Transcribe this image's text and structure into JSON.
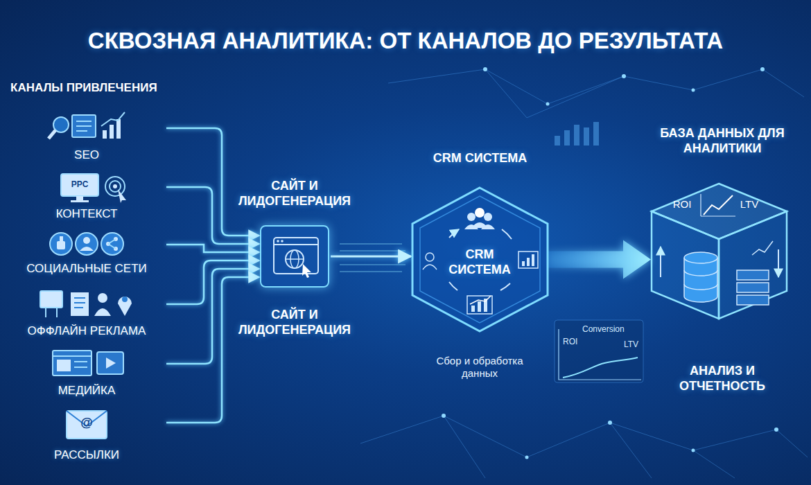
{
  "diagram": {
    "title": "СКВОЗНАЯ АНАЛИТИКА: ОТ КАНАЛОВ ДО РЕЗУЛЬТАТА",
    "nodes": [
      {
        "text": [
          "SEO"
        ]
      },
      {
        "text": [
          "PPC",
          "КОНТЕКСТ"
        ]
      },
      {
        "text": [
          "СОЦИАЛЬНЫЕ СЕТИ"
        ]
      },
      {
        "text": [
          "ОФФЛАЙН РЕКЛАМА"
        ]
      },
      {
        "text": [
          "МЕДИЙКА"
        ]
      },
      {
        "text": [
          "@",
          "РАССЫЛКИ"
        ]
      },
      {
        "text": [
          "САЙТ И ЛИДОГЕНЕРАЦИЯ",
          "САЙТ И ЛИДОГЕНЕРАЦИЯ"
        ]
      },
      {
        "text": [
          "CRM СИСТЕМА",
          "CRM СИСТЕМА",
          "Сбор и обработка данных"
        ]
      },
      {
        "text": [
          "БАЗА ДАННЫХ ДЛЯ АНАЛИТИКИ",
          "ROI",
          "LTV",
          "АНАЛИЗ И ОТЧЕТНОСТЬ"
        ]
      }
    ],
    "edges": [
      {
        "from": 0,
        "to": 6,
        "arrow": "to"
      },
      {
        "from": 1,
        "to": 6,
        "arrow": "to"
      },
      {
        "from": 2,
        "to": 6,
        "arrow": "to"
      },
      {
        "from": 3,
        "to": 6,
        "arrow": "to"
      },
      {
        "from": 4,
        "to": 6,
        "arrow": "to"
      },
      {
        "from": 5,
        "to": 6,
        "arrow": "to"
      },
      {
        "from": 6,
        "to": 7,
        "arrow": "to"
      },
      {
        "from": 7,
        "to": 8,
        "arrow": "to"
      }
    ],
    "labels": [
      "КАНАЛЫ ПРИВЛЕЧЕНИЯ",
      "ROI",
      "Conversion",
      "LTV"
    ]
  }
}
